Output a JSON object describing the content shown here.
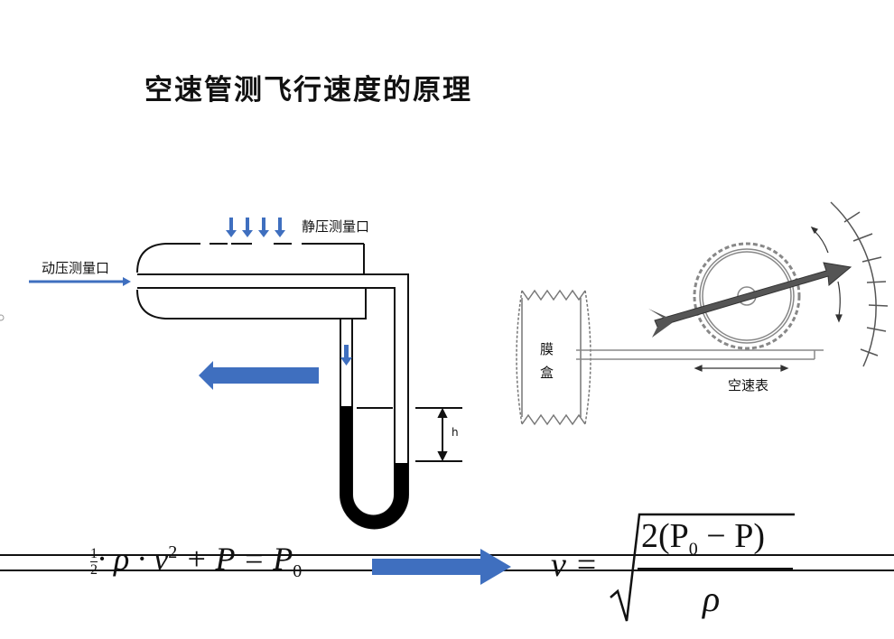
{
  "title": "空速管测飞行速度的原理",
  "pitot": {
    "static_port_label": "静压测量口",
    "dynamic_port_label": "动压测量口",
    "height_label": "h"
  },
  "gauge": {
    "capsule_label_1": "膜",
    "capsule_label_2": "盒",
    "airspeed_label": "空速表"
  },
  "formula": {
    "lhs_frac_num": "1",
    "lhs_frac_den": "2",
    "lhs_rest": "· ρ · v",
    "lhs_sq": "2",
    "lhs_tail": " + P = P",
    "lhs_sub": "0",
    "rhs_v": "v =",
    "rhs_num": "2(P",
    "rhs_num_sub": "0",
    "rhs_num_tail": " − P)",
    "rhs_den": "ρ"
  },
  "colors": {
    "arrow_blue": "#3f6fbf",
    "line": "#111111"
  }
}
